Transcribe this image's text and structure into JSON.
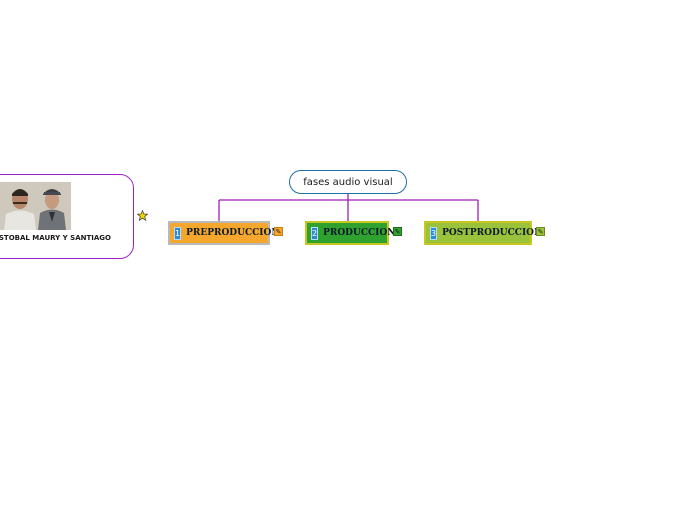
{
  "root": {
    "label": "fases  audio visual"
  },
  "branches": [
    {
      "number": "1",
      "label": "PREPRODUCCION",
      "color": "#f4a72c"
    },
    {
      "number": "2",
      "label": "PRODUCCION",
      "color": "#2fa12f"
    },
    {
      "number": "3",
      "label": "POSTPRODUCCION",
      "color": "#9ac23b"
    }
  ],
  "note_icon": "note-icon",
  "floating_topic": {
    "label": "STOBAL MAURY Y SANTIAGO",
    "image": "photo-two-men",
    "border_color": "#9c1ec8"
  },
  "marker_icon": "star-icon",
  "connector_color": "#a01eb4"
}
